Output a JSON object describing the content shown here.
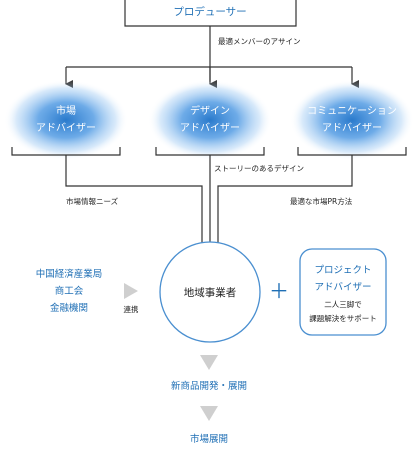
{
  "producer": "プロデューサー",
  "producer_note": "最適メンバーのアサイン",
  "advisors": [
    {
      "line1": "市場",
      "line2": "アドバイザー"
    },
    {
      "line1": "デザイン",
      "line2": "アドバイザー"
    },
    {
      "line1": "コミュニケーション",
      "line2": "アドバイザー"
    }
  ],
  "flows": {
    "market": "市場情報ニーズ",
    "design": "ストーリーのあるデザイン",
    "communication": "最適な市場PR方法"
  },
  "support_org": {
    "lines": [
      "中国経済産業局",
      "商工会",
      "金融機関"
    ],
    "link_label": "連携"
  },
  "center": "地域事業者",
  "plus": "＋",
  "project_advisor": {
    "line1": "プロジェクト",
    "line2": "アドバイザー",
    "desc1": "二人三脚で",
    "desc2": "課題解決をサポート"
  },
  "steps": [
    "新商品開発・展開",
    "市場展開"
  ],
  "colors": {
    "accent": "#1f6fb5",
    "line": "#333333",
    "border_blue": "#4a8fd0",
    "arrow_gray": "#cfcfcf"
  }
}
